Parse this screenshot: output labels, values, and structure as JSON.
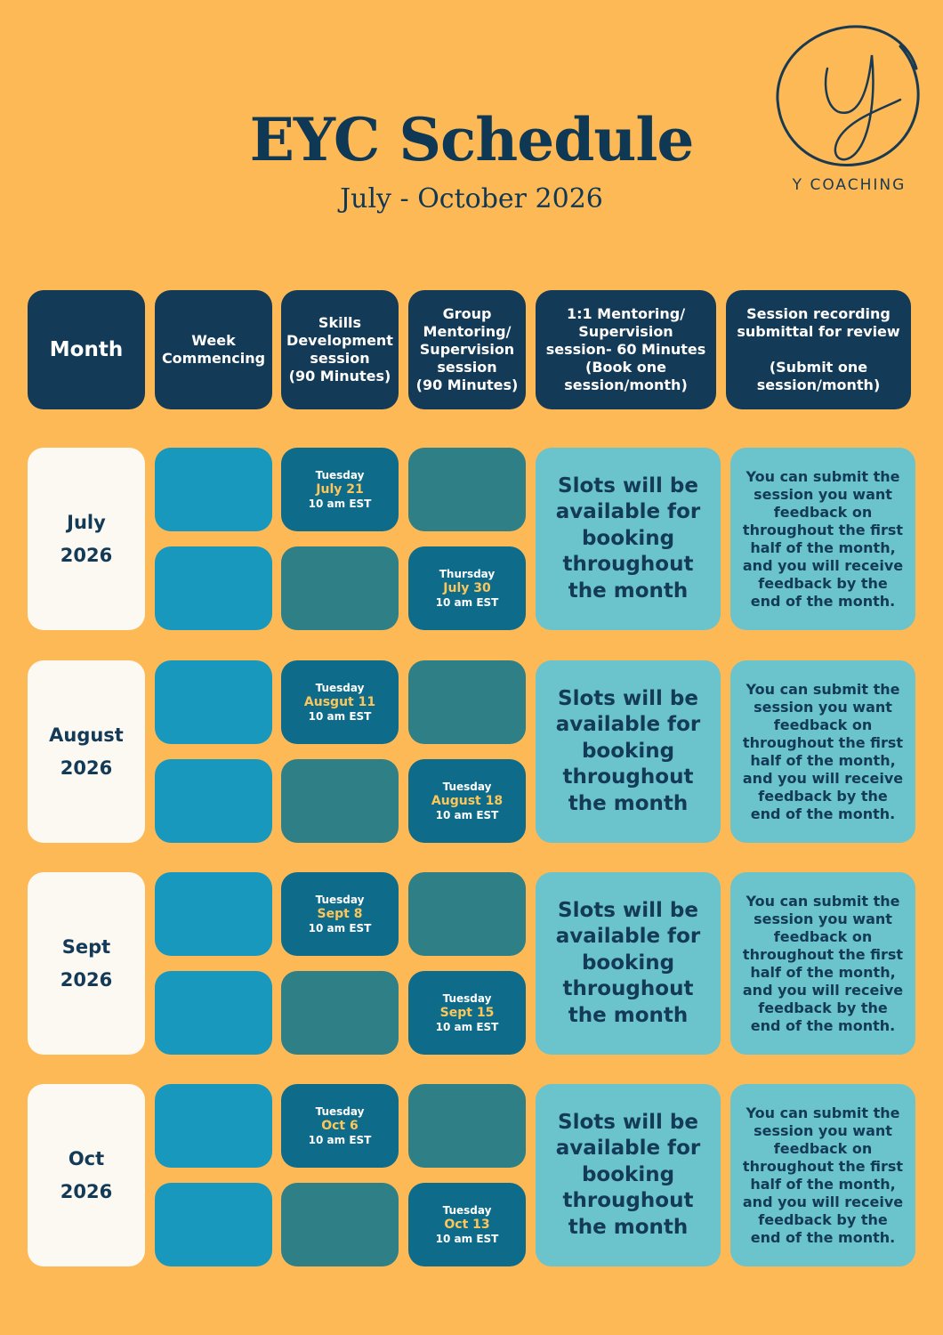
{
  "title": "EYC Schedule",
  "subtitle": "July - October 2026",
  "logo": {
    "letter": "y",
    "text": "Y COACHING"
  },
  "colors": {
    "background": "#fdb955",
    "header": "#133a57",
    "week_cell": "#1898bd",
    "empty_session": "#2f7f86",
    "session": "#0e6c8a",
    "session_date": "#fbc75c",
    "info": "#6bc3cb",
    "month_cell": "#fcf9f2"
  },
  "headers": {
    "month": "Month",
    "week": "Week\nCommencing",
    "skills": "Skills\nDevelopment\nsession\n(90 Minutes)",
    "group": "Group\nMentoring/\nSupervision\nsession\n(90 Minutes)",
    "one_to_one": "1:1 Mentoring/\nSupervision\nsession- 60 Minutes\n(Book one\nsession/month)",
    "recording": "Session recording\nsubmittal for review\n\n(Submit one\nsession/month)"
  },
  "rows": [
    {
      "month": "July",
      "year": "2026",
      "skills": {
        "day": "Tuesday",
        "date": "July 21",
        "time": "10 am EST"
      },
      "group": {
        "day": "Thursday",
        "date": "July 30",
        "time": "10 am EST"
      },
      "slots": "Slots will be\navailable for\nbooking\nthroughout\nthe month",
      "feedback": "You can submit the\nsession you want\nfeedback on\nthroughout the first\nhalf of the month,\nand you will receive\nfeedback by the\nend of the month."
    },
    {
      "month": "August",
      "year": "2026",
      "skills": {
        "day": "Tuesday",
        "date": "Ausgut 11",
        "time": "10 am EST"
      },
      "group": {
        "day": "Tuesday",
        "date": "August 18",
        "time": "10 am EST"
      },
      "slots": "Slots will be\navailable for\nbooking\nthroughout\nthe month",
      "feedback": "You can submit the\nsession you want\nfeedback on\nthroughout the first\nhalf of the month,\nand you will receive\nfeedback by the\nend of the month."
    },
    {
      "month": "Sept",
      "year": "2026",
      "skills": {
        "day": "Tuesday",
        "date": "Sept 8",
        "time": "10 am EST"
      },
      "group": {
        "day": "Tuesday",
        "date": "Sept 15",
        "time": "10 am EST"
      },
      "slots": "Slots will be\navailable for\nbooking\nthroughout\nthe month",
      "feedback": "You can submit the\nsession you want\nfeedback on\nthroughout the first\nhalf of the month,\nand you will receive\nfeedback by the\nend of the month."
    },
    {
      "month": "Oct",
      "year": "2026",
      "skills": {
        "day": "Tuesday",
        "date": "Oct 6",
        "time": "10 am EST"
      },
      "group": {
        "day": "Tuesday",
        "date": "Oct 13",
        "time": "10 am EST"
      },
      "slots": "Slots will be\navailable for\nbooking\nthroughout\nthe month",
      "feedback": "You can submit the\nsession you want\nfeedback on\nthroughout the first\nhalf of the month,\nand you will receive\nfeedback by the\nend of the month."
    }
  ]
}
